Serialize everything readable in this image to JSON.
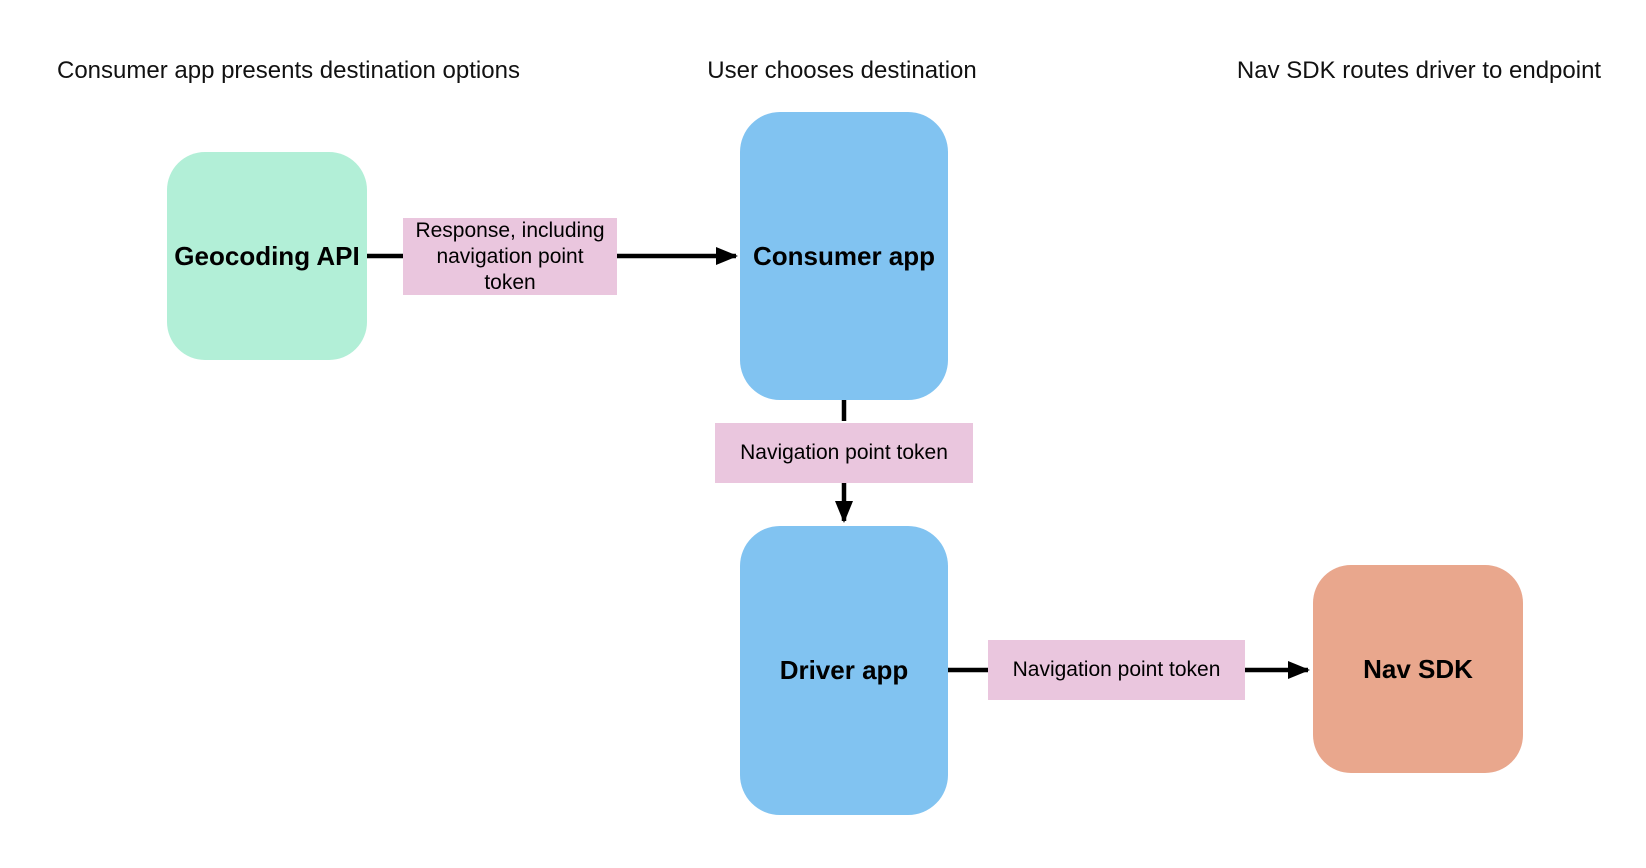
{
  "diagram": {
    "stages": [
      {
        "label": "Consumer app presents destination options"
      },
      {
        "label": "User chooses destination"
      },
      {
        "label": "Nav SDK routes driver to endpoint"
      }
    ],
    "nodes": [
      {
        "id": "geocoding-api",
        "label": "Geocoding API",
        "color": "#b2efd7"
      },
      {
        "id": "consumer-app",
        "label": "Consumer app",
        "color": "#81c3f1"
      },
      {
        "id": "driver-app",
        "label": "Driver app",
        "color": "#81c3f1"
      },
      {
        "id": "nav-sdk",
        "label": "Nav SDK",
        "color": "#e9a78d"
      }
    ],
    "edges": [
      {
        "from": "geocoding-api",
        "to": "consumer-app",
        "label": "Response, including navigation point token"
      },
      {
        "from": "consumer-app",
        "to": "driver-app",
        "label": "Navigation point token"
      },
      {
        "from": "driver-app",
        "to": "nav-sdk",
        "label": "Navigation point token"
      }
    ],
    "palette": {
      "edge_label_pink": "#eac6de",
      "arrow_black": "#000000",
      "background": "#ffffff",
      "text": "#000000"
    }
  }
}
